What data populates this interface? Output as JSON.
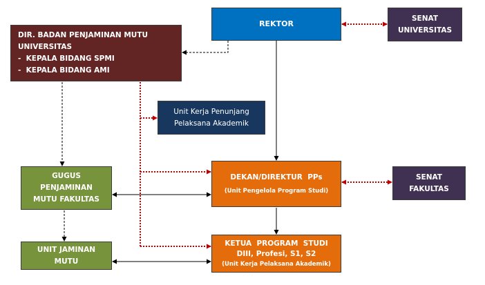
{
  "nodes": {
    "rektor": {
      "lines": [
        "REKTOR"
      ]
    },
    "senat_universitas": {
      "lines": [
        "SENAT",
        "UNIVERSITAS"
      ]
    },
    "dir_bpm": {
      "lines": [
        "DIR. BADAN PENJAMINAN MUTU",
        "UNIVERSITAS",
        "-  KEPALA BIDANG SPMI",
        "-  KEPALA BIDANG AMI"
      ]
    },
    "unit_kerja_penunjang": {
      "lines": [
        "Unit Kerja Penunjang",
        "Pelaksana Akademik"
      ]
    },
    "dekan": {
      "title": "DEKAN/DIREKTUR  PPs",
      "subtitle": "(Unit Pengelola Program Studi)"
    },
    "senat_fakultas": {
      "lines": [
        "SENAT",
        "FAKULTAS"
      ]
    },
    "gugus": {
      "lines": [
        "GUGUS",
        "PENJAMINAN",
        "MUTU FAKULTAS"
      ]
    },
    "unit_jaminan_mutu": {
      "lines": [
        "UNIT JAMINAN",
        "MUTU"
      ]
    },
    "kaprodi": {
      "lines": [
        "KETUA  PROGRAM  STUDI",
        "DIII, Profesi, S1, S2"
      ],
      "subtitle": "(Unit Kerja Pelaksana Akademik)"
    }
  },
  "colors": {
    "rektor": "#0070c0",
    "senat": "#403152",
    "dir_bpm": "#632523",
    "unit_kerja": "#17375e",
    "orange": "#e46c0a",
    "green": "#77933c",
    "red_dotted": "#c00000",
    "line": "#000000"
  },
  "edges": [
    {
      "from": "rektor",
      "to": "dir_bpm",
      "style": "dashed"
    },
    {
      "from": "rektor",
      "to": "senat_universitas",
      "style": "dotted-red",
      "both_ends": true
    },
    {
      "from": "rektor",
      "to": "dekan",
      "style": "solid"
    },
    {
      "from": "dir_bpm",
      "to": "gugus",
      "style": "dashed"
    },
    {
      "from": "dir_bpm",
      "to": "unit_kerja_penunjang",
      "style": "dotted-red"
    },
    {
      "from": "dir_bpm",
      "to": "dekan",
      "style": "dotted-red"
    },
    {
      "from": "dir_bpm",
      "to": "kaprodi",
      "style": "dotted-red"
    },
    {
      "from": "dekan",
      "to": "senat_fakultas",
      "style": "dotted-red",
      "both_ends": true
    },
    {
      "from": "gugus",
      "to": "dekan",
      "style": "solid",
      "both_ends": true
    },
    {
      "from": "dekan",
      "to": "kaprodi",
      "style": "solid"
    },
    {
      "from": "gugus",
      "to": "unit_jaminan_mutu",
      "style": "dashed"
    },
    {
      "from": "unit_jaminan_mutu",
      "to": "kaprodi",
      "style": "solid",
      "both_ends": true
    }
  ]
}
